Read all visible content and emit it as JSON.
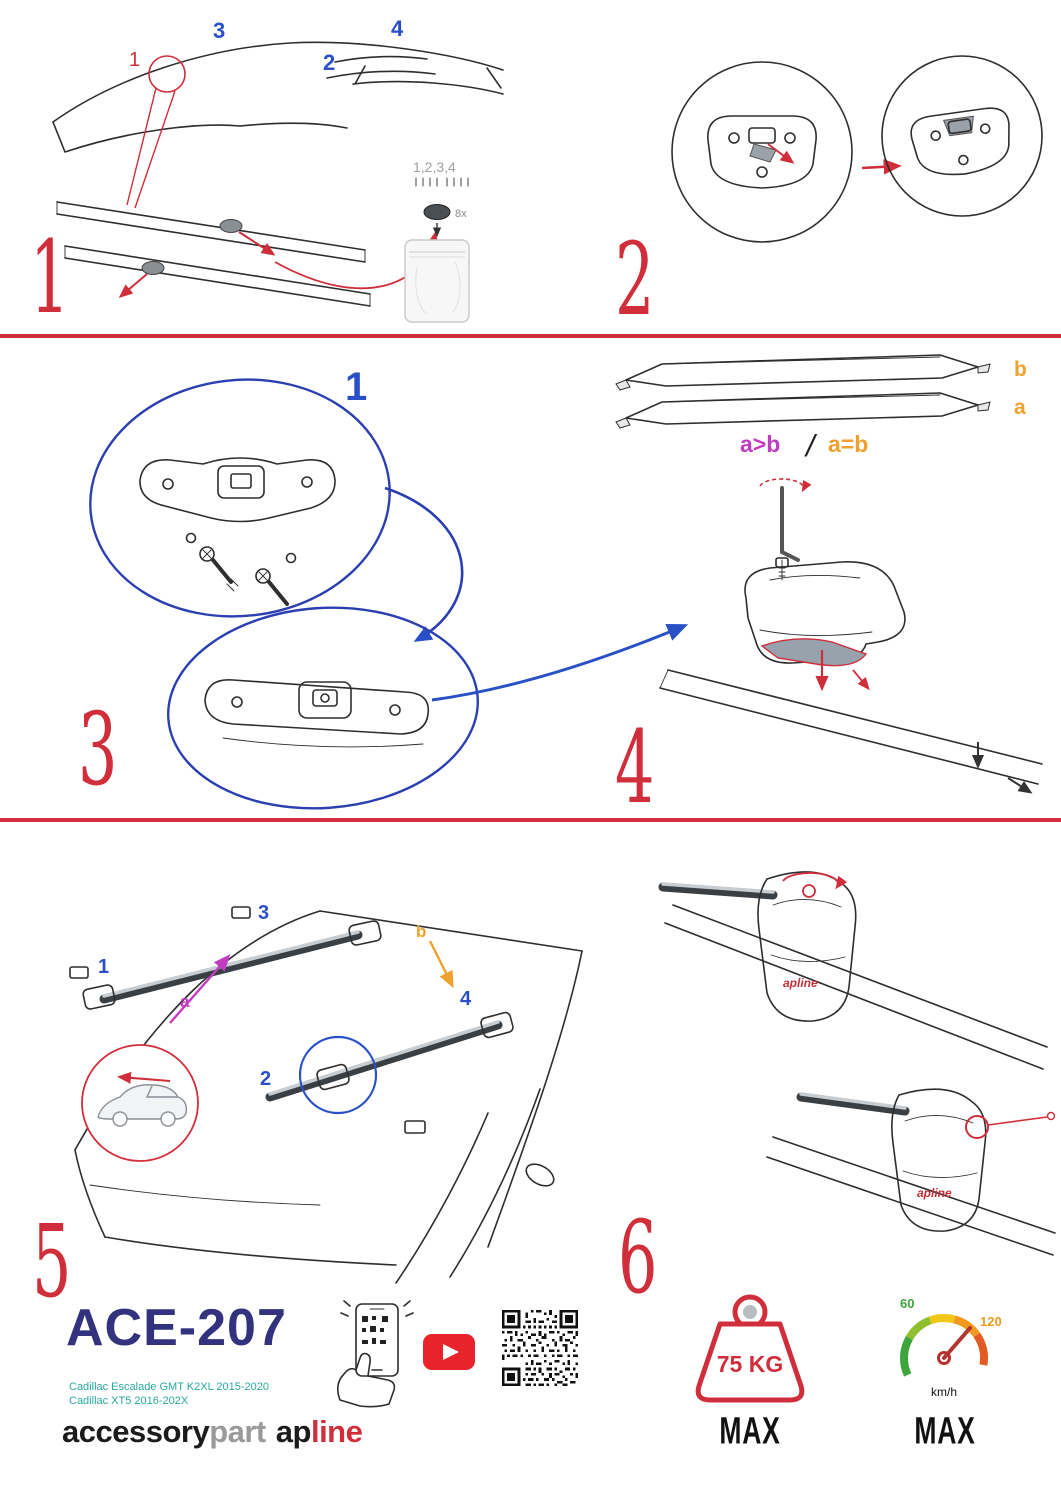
{
  "colors": {
    "accent_red": "#cf2e3a",
    "callout_blue": "#2a50c8",
    "ellipse_blue": "#2b3fb0",
    "label_orange": "#f0a02c",
    "label_magenta": "#c03cc0",
    "model_navy": "#32327e",
    "compat_teal": "#2aa89c",
    "youtube_red": "#e8232a"
  },
  "steps": {
    "s1": {
      "big": "1",
      "callout_1": "1",
      "callout_2": "2",
      "callout_3": "3",
      "callout_4": "4",
      "bag_label": "1,2,3,4",
      "bag_qty": "8x"
    },
    "s2": {
      "big": "2"
    },
    "s3": {
      "big": "3",
      "callout_1": "1"
    },
    "s4": {
      "big": "4",
      "label_b": "b",
      "label_a": "a",
      "cmp_left": "a>b",
      "cmp_sep": "/",
      "cmp_right": "a=b"
    },
    "s5": {
      "big": "5",
      "callout_1": "1",
      "callout_2": "2",
      "callout_3": "3",
      "callout_4": "4",
      "label_a": "a",
      "label_b": "b"
    },
    "s6": {
      "big": "6",
      "foot_brand": "apline"
    }
  },
  "footer": {
    "model": "ACE-207",
    "compat_line1": "Cadillac Escalade GMT K2XL 2015-2020",
    "compat_line2": "Cadillac XT5 2016-202X",
    "brand": {
      "accessory": "accessory",
      "part": "part",
      "ap": "ap",
      "line": "line"
    },
    "weight": {
      "value": "75 KG",
      "max": "MAX"
    },
    "speed": {
      "low": "60",
      "high": "120",
      "unit": "km/h",
      "max": "MAX"
    }
  }
}
